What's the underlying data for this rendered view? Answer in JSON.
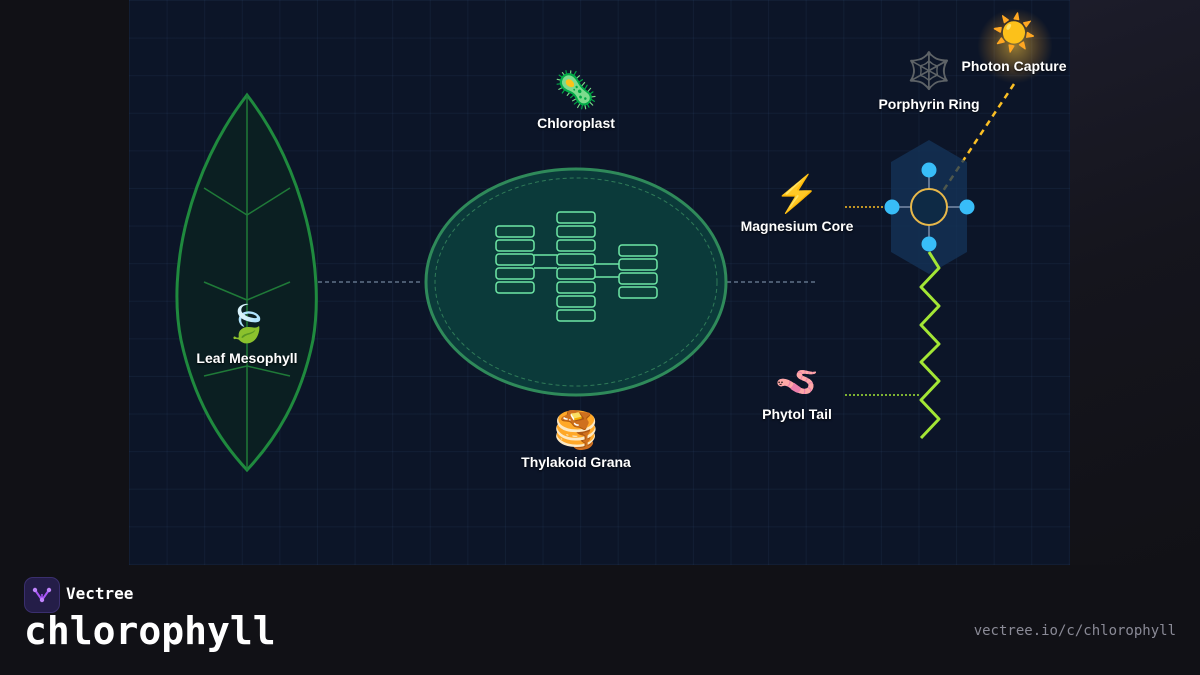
{
  "diagram": {
    "labels": {
      "leaf": "Leaf Mesophyll",
      "chloroplast": "Chloroplast",
      "thylakoid": "Thylakoid Grana",
      "porphyrin": "Porphyrin Ring",
      "photon": "Photon Capture",
      "magnesium": "Magnesium Core",
      "phytol": "Phytol Tail"
    },
    "icons": {
      "leaf": "🍃",
      "chloroplast": "🦠",
      "thylakoid": "🥞",
      "porphyrin": "🕸️",
      "photon": "☀️",
      "magnesium": "⚡",
      "phytol": "🪱"
    },
    "colors": {
      "leaf_stroke": "#1f8a3e",
      "chloroplast_fill": "#0b3a3a",
      "grana_stroke": "#6ee7a6",
      "ring_node": "#38bdf8",
      "phytol_chain": "#a3e635",
      "photon_ray": "#fbbf24"
    }
  },
  "footer": {
    "brand": "Vectree",
    "title": "chlorophyll",
    "url": "vectree.io/c/chlorophyll"
  }
}
